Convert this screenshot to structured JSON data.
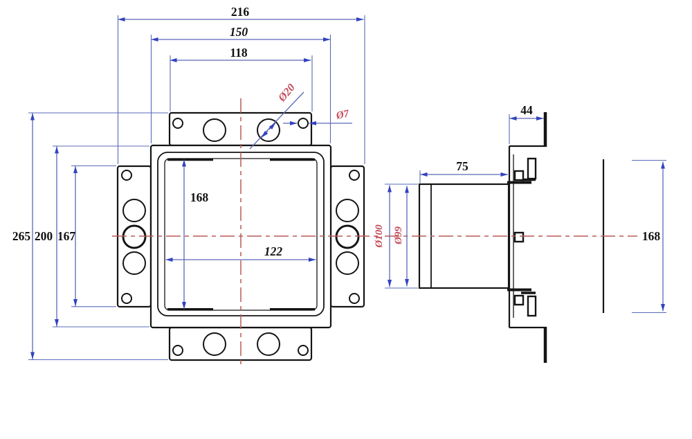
{
  "drawing": {
    "front_view": {
      "dim_total_width": "216",
      "dim_body_width": "150",
      "dim_tab_width": "118",
      "dim_total_height": "265",
      "dim_body_height": "200",
      "dim_side_tab_height": "167",
      "dim_inner_height": "168",
      "dim_inner_width": "122",
      "dim_large_hole_dia": "Ø20",
      "dim_small_hole_dia": "Ø7"
    },
    "side_view": {
      "dim_bezel_depth": "44",
      "dim_spigot_length": "75",
      "dim_spigot_outer_dia": "Ø100",
      "dim_spigot_inner_dia": "Ø99",
      "dim_panel_height": "168"
    },
    "colors": {
      "outline": "#141414",
      "dimension_line": "#5a68b8",
      "arrowhead": "#3242c0",
      "centerline": "#b85a55",
      "diameter_label": "#c44a5a"
    }
  }
}
